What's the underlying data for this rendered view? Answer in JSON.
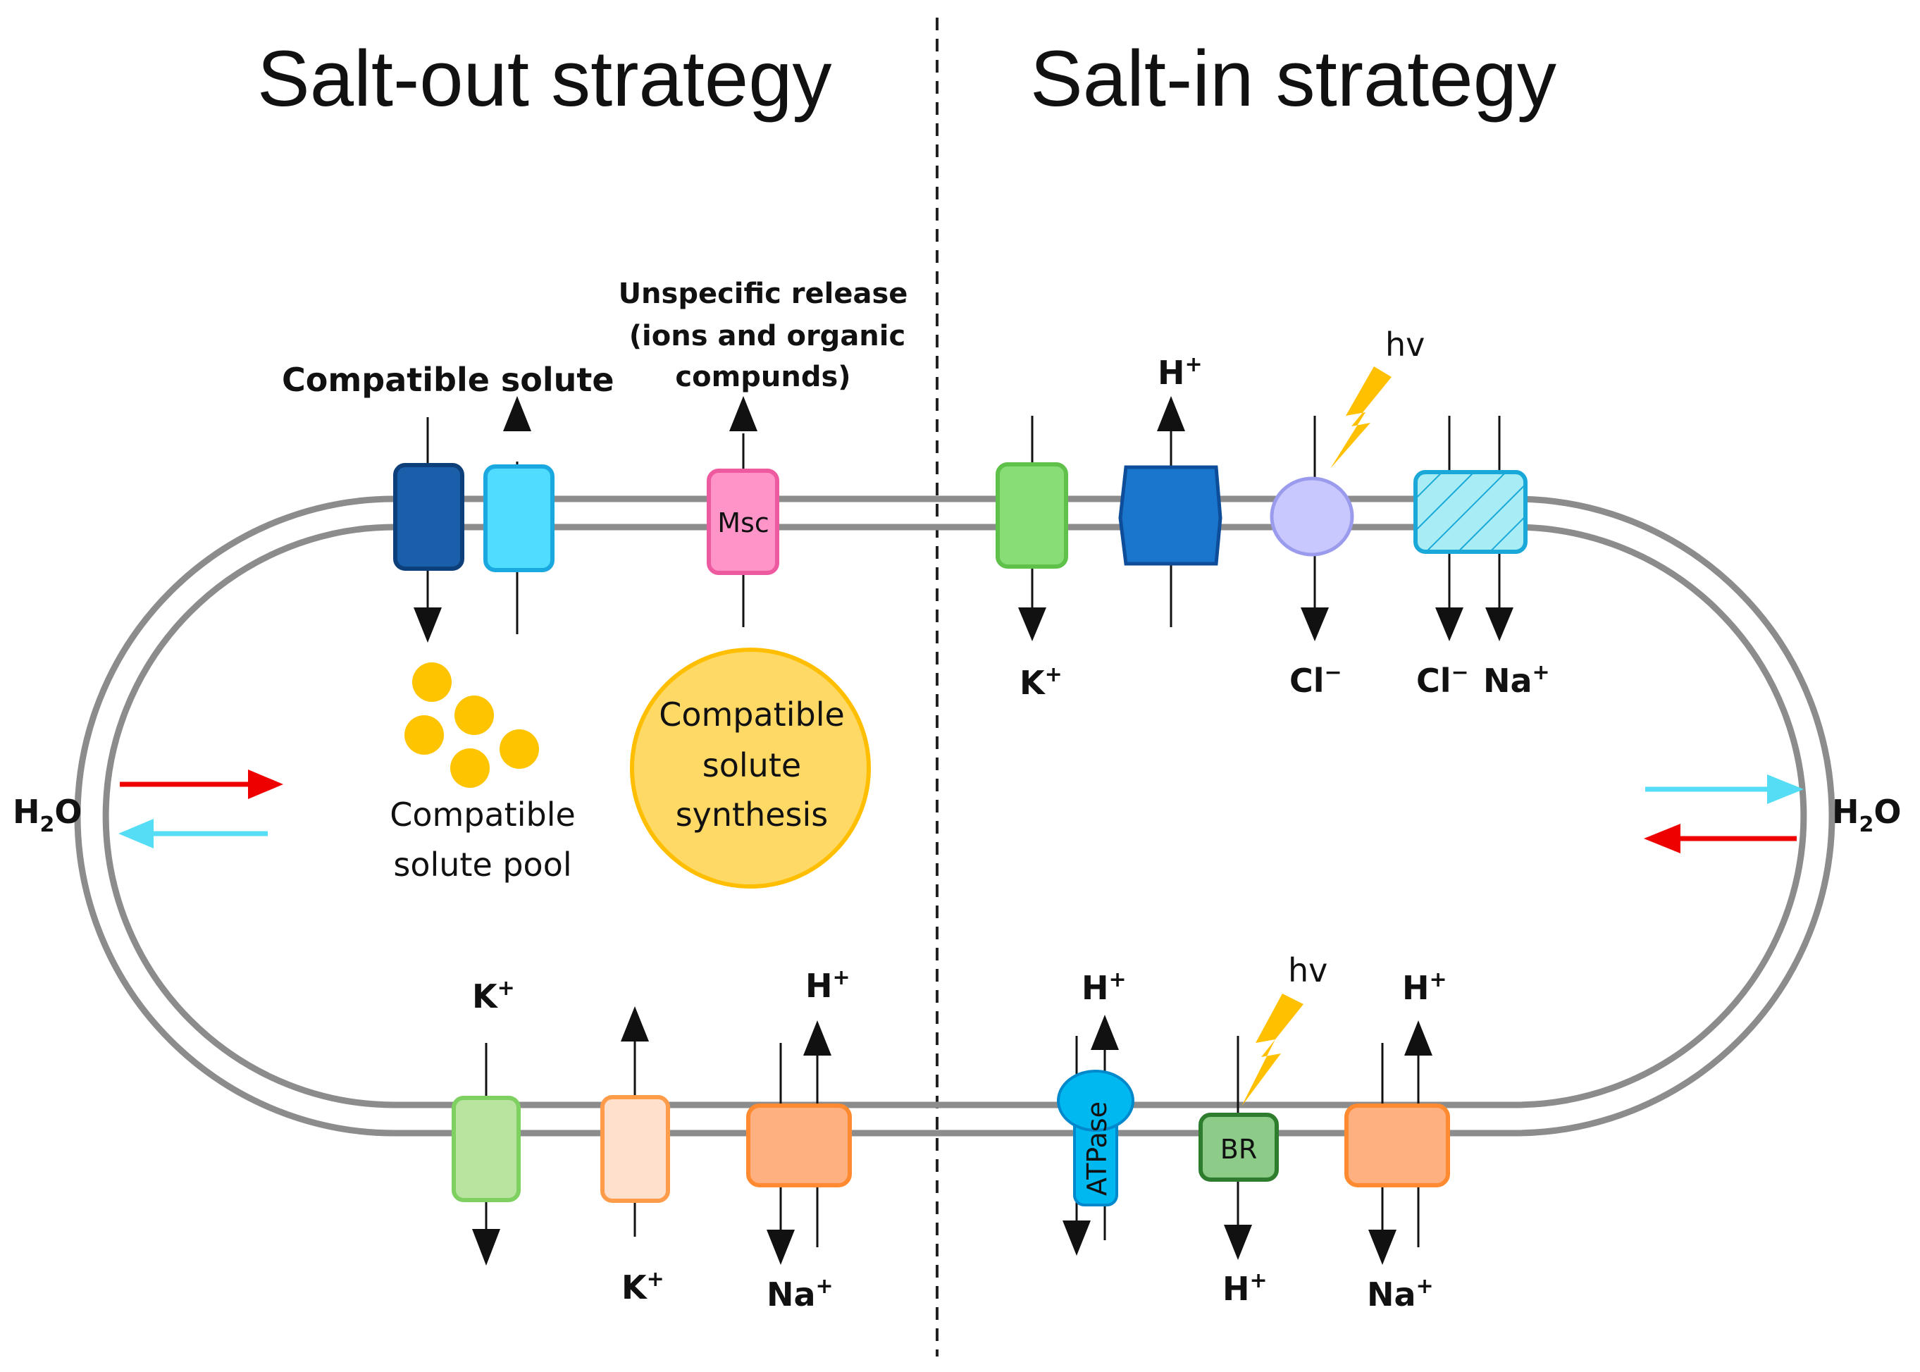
{
  "titles": {
    "left": "Salt-out strategy",
    "right": "Salt-in strategy"
  },
  "left_side": {
    "compatible_solute_label": "Compatible solute",
    "unspecific_release": [
      "Unspecific release",
      "(ions and organic",
      "compunds)"
    ],
    "msc_label": "Msc",
    "pool_label": [
      "Compatible",
      "solute pool"
    ],
    "synthesis_label": [
      "Compatible",
      "solute",
      "synthesis"
    ],
    "water": {
      "base": "H",
      "sub": "2",
      "rest": "O"
    },
    "bottom_ions": {
      "k_top": {
        "base": "K",
        "sup": "+"
      },
      "k_bottom": {
        "base": "K",
        "sup": "+"
      },
      "h_top": {
        "base": "H",
        "sup": "+"
      },
      "na_bottom": {
        "base": "Na",
        "sup": "+"
      }
    }
  },
  "right_side": {
    "top_ions": {
      "k": {
        "base": "K",
        "sup": "+"
      },
      "h": {
        "base": "H",
        "sup": "+"
      },
      "hv": "hv",
      "cl1": {
        "base": "Cl",
        "sup": "−"
      },
      "cl2": {
        "base": "Cl",
        "sup": "−"
      },
      "na": {
        "base": "Na",
        "sup": "+"
      }
    },
    "water": {
      "base": "H",
      "sub": "2",
      "rest": "O"
    },
    "bottom_ions": {
      "h_atpase": {
        "base": "H",
        "sup": "+"
      },
      "hv": "hv",
      "h_br": {
        "base": "H",
        "sup": "+"
      },
      "h_antiport": {
        "base": "H",
        "sup": "+"
      },
      "na_antiport": {
        "base": "Na",
        "sup": "+"
      }
    },
    "atpase_label": "ATPase",
    "br_label": "BR"
  },
  "colors": {
    "membrane": "#8c8c8c",
    "dark_blue": "#1a5faa",
    "light_blue": "#4fdcff",
    "pink": "#ff94c8",
    "yellow": "#ffcc00",
    "synthesis_fill": "#ffd966",
    "green_transporter": "#88dd77",
    "pale_green": "#b8e4a0",
    "peach": "#ffe0cc",
    "orange": "#ffb080",
    "hexagon": "#1a75cc",
    "lavender": "#c8c8ff",
    "hatched_cyan": "#a8ecf5",
    "atpase": "#00b8f0",
    "br": "#8ccc88",
    "lightning": "#ffc000",
    "red_arrow": "#ee0000",
    "cyan_arrow": "#55ddf5"
  }
}
